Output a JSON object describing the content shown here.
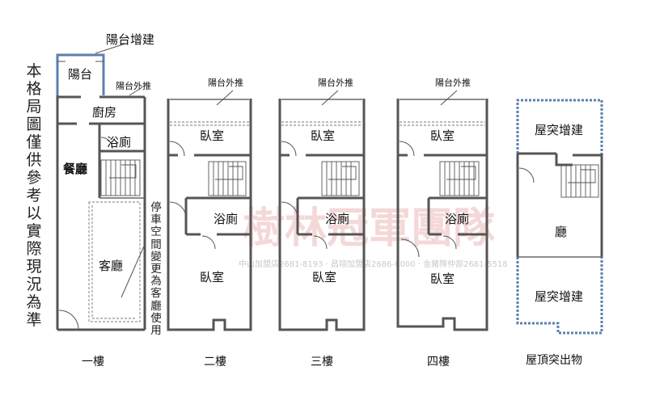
{
  "disclaimer": "本格局圖僅供參考以實際現況為準",
  "parking_note": "停車空間變更為客廳使用",
  "watermark": {
    "brand": "樹林冠軍團隊",
    "contact": "中山加盟店2681-8193 ‧ 昌翊加盟店2686-8000 ‧ 金豬隊仲部2681-5518"
  },
  "floors": [
    {
      "caption": "一樓",
      "labels": {
        "balcony_ext": "陽台增建",
        "balcony": "陽台",
        "balcony_push": "陽台外推",
        "kitchen": "廚房",
        "bath": "浴廁",
        "dining": "餐廳",
        "living": "客廳"
      }
    },
    {
      "caption": "二樓",
      "labels": {
        "balcony_push": "陽台外推",
        "bedroom_front": "臥室",
        "bath": "浴廁",
        "bedroom_back": "臥室"
      }
    },
    {
      "caption": "三樓",
      "labels": {
        "balcony_push": "陽台外推",
        "bedroom_front": "臥室",
        "bath": "浴廁",
        "bedroom_back": "臥室"
      }
    },
    {
      "caption": "四樓",
      "labels": {
        "balcony_push": "陽台外推",
        "bedroom_front": "臥室",
        "bath": "浴廁",
        "bedroom_back": "臥室"
      }
    },
    {
      "caption": "屋頂突出物",
      "labels": {
        "addition_top": "屋突增建",
        "hall": "廳",
        "addition_bottom": "屋突增建"
      }
    }
  ],
  "colors": {
    "wall": "#555555",
    "addition_outline": "#5b7fb0",
    "watermark": "#e8a9a9"
  }
}
